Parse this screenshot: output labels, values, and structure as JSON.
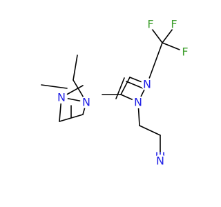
{
  "molecule": {
    "atoms": {
      "n_pz_a1": "N",
      "n_pz_a2": "N",
      "n_pz_b1": "N",
      "n_pz_b2": "N",
      "n_nitrile": "N",
      "f_top_left": "F",
      "f_top_right": "F",
      "f_right": "F"
    }
  }
}
